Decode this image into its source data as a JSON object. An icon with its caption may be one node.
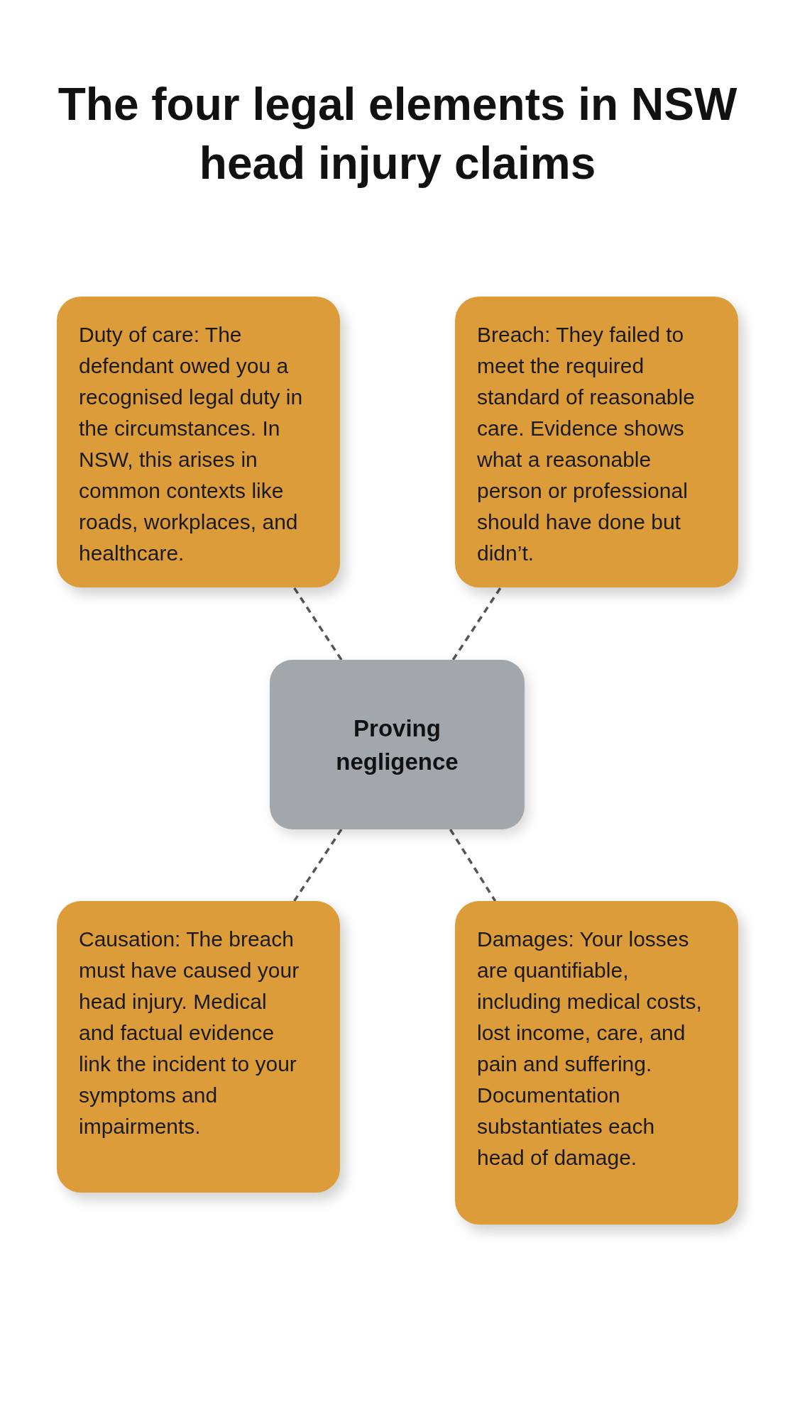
{
  "diagram": {
    "title": "The four legal elements in NSW head injury claims",
    "nodes": [
      {
        "text": [
          "Duty of care: The defendant owed you a recognised legal duty in the circumstances. In NSW, this arises in common contexts like roads, workplaces, and healthcare."
        ]
      },
      {
        "text": [
          "Breach: They failed to meet the required standard of reasonable care. Evidence shows what a reasonable person or professional should have done but didn’t."
        ]
      },
      {
        "text": [
          "Proving negligence"
        ]
      },
      {
        "text": [
          "Causation: The breach must have caused your head injury. Medical and factual evidence link the incident to your symptoms and impairments."
        ]
      },
      {
        "text": [
          "Damages: Your losses are quantifiable, including medical costs, lost income, care, and pain and suffering. Documentation substantiates each head of damage."
        ]
      }
    ],
    "edges": [
      {
        "from": 2,
        "to": 0,
        "arrow": "none",
        "style": "dashed"
      },
      {
        "from": 2,
        "to": 1,
        "arrow": "none",
        "style": "dashed"
      },
      {
        "from": 2,
        "to": 3,
        "arrow": "none",
        "style": "dashed"
      },
      {
        "from": 2,
        "to": 4,
        "arrow": "none",
        "style": "dashed"
      }
    ]
  }
}
